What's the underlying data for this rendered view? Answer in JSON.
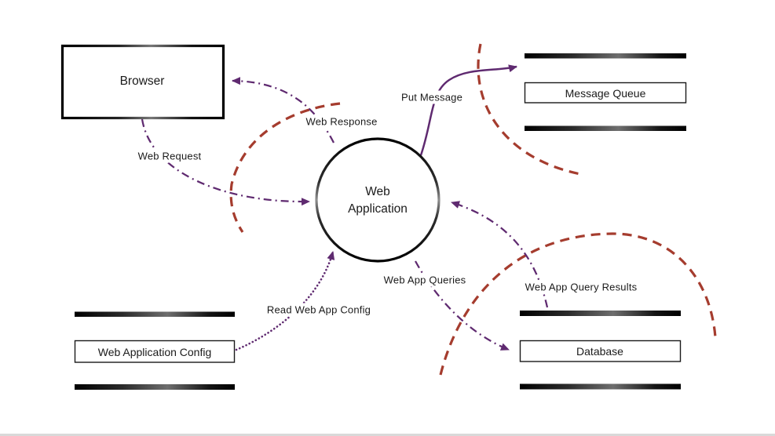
{
  "diagram": {
    "type": "data-flow-diagram",
    "nodes": {
      "browser": {
        "label": "Browser",
        "shape": "rectangle"
      },
      "web_application": {
        "label": "Web Application",
        "label_line1": "Web",
        "label_line2": "Application",
        "shape": "circle"
      },
      "message_queue": {
        "label": "Message Queue",
        "shape": "datastore"
      },
      "web_application_config": {
        "label": "Web Application Config",
        "shape": "datastore"
      },
      "database": {
        "label": "Database",
        "shape": "datastore"
      }
    },
    "edges": {
      "web_request": {
        "label": "Web Request",
        "from": "Browser",
        "to": "Web Application",
        "line_style": "dash-dot"
      },
      "web_response": {
        "label": "Web Response",
        "from": "Web Application",
        "to": "Browser",
        "line_style": "dash-dot"
      },
      "put_message": {
        "label": "Put Message",
        "from": "Web Application",
        "to": "Message Queue",
        "line_style": "solid"
      },
      "read_web_app_config": {
        "label": "Read Web App Config",
        "from": "Web Application Config",
        "to": "Web Application",
        "line_style": "dotted"
      },
      "web_app_queries": {
        "label": "Web App Queries",
        "from": "Web Application",
        "to": "Database",
        "line_style": "dash-dot"
      },
      "web_app_query_results": {
        "label": "Web App Query Results",
        "from": "Database",
        "to": "Web Application",
        "line_style": "dash-dot"
      }
    },
    "trust_boundaries": {
      "count": 3,
      "style": "dashed-arc"
    },
    "colors": {
      "edge": "#5f2a70",
      "trust_boundary": "#a53c2e",
      "node_outline": "#000000",
      "text": "#1a1a1a",
      "background": "#ffffff",
      "page_divider": "#d9d9d9"
    }
  }
}
